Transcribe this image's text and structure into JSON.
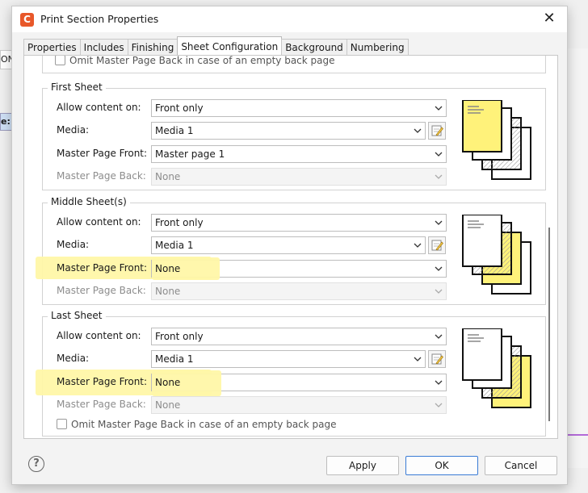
{
  "dialog": {
    "title": "Print Section Properties",
    "app_icon_letter": "C",
    "close_glyph": "✕"
  },
  "background": {
    "left_tab_text": "ON",
    "left_strip_text": "e:"
  },
  "tabs": [
    "Properties",
    "Includes",
    "Finishing",
    "Sheet Configuration",
    "Background",
    "Numbering"
  ],
  "active_tab": "Sheet Configuration",
  "top_option": {
    "label": "Omit Master Page Back in case of an empty back page",
    "checked": false
  },
  "first_sheet": {
    "title": "First Sheet",
    "allow_label": "Allow content on:",
    "allow_value": "Front only",
    "media_label": "Media:",
    "media_value": "Media 1",
    "front_label": "Master Page Front:",
    "front_value": "Master page 1",
    "back_label": "Master Page Back:",
    "back_value": "None"
  },
  "middle_sheet": {
    "title": "Middle Sheet(s)",
    "allow_label": "Allow content on:",
    "allow_value": "Front only",
    "media_label": "Media:",
    "media_value": "Media 1",
    "front_label": "Master Page Front:",
    "front_value": "None",
    "back_label": "Master Page Back:",
    "back_value": "None"
  },
  "last_sheet": {
    "title": "Last Sheet",
    "allow_label": "Allow content on:",
    "allow_value": "Front only",
    "media_label": "Media:",
    "media_value": "Media 1",
    "front_label": "Master Page Front:",
    "front_value": "None",
    "back_label": "Master Page Back:",
    "back_value": "None",
    "omit_label": "Omit Master Page Back in case of an empty back page",
    "omit_checked": false
  },
  "footer": {
    "help_glyph": "?",
    "apply": "Apply",
    "ok": "OK",
    "cancel": "Cancel"
  },
  "colors": {
    "highlight": "#fff7a8",
    "page_yellow": "#fff27a",
    "accent": "#3a7bd5"
  }
}
